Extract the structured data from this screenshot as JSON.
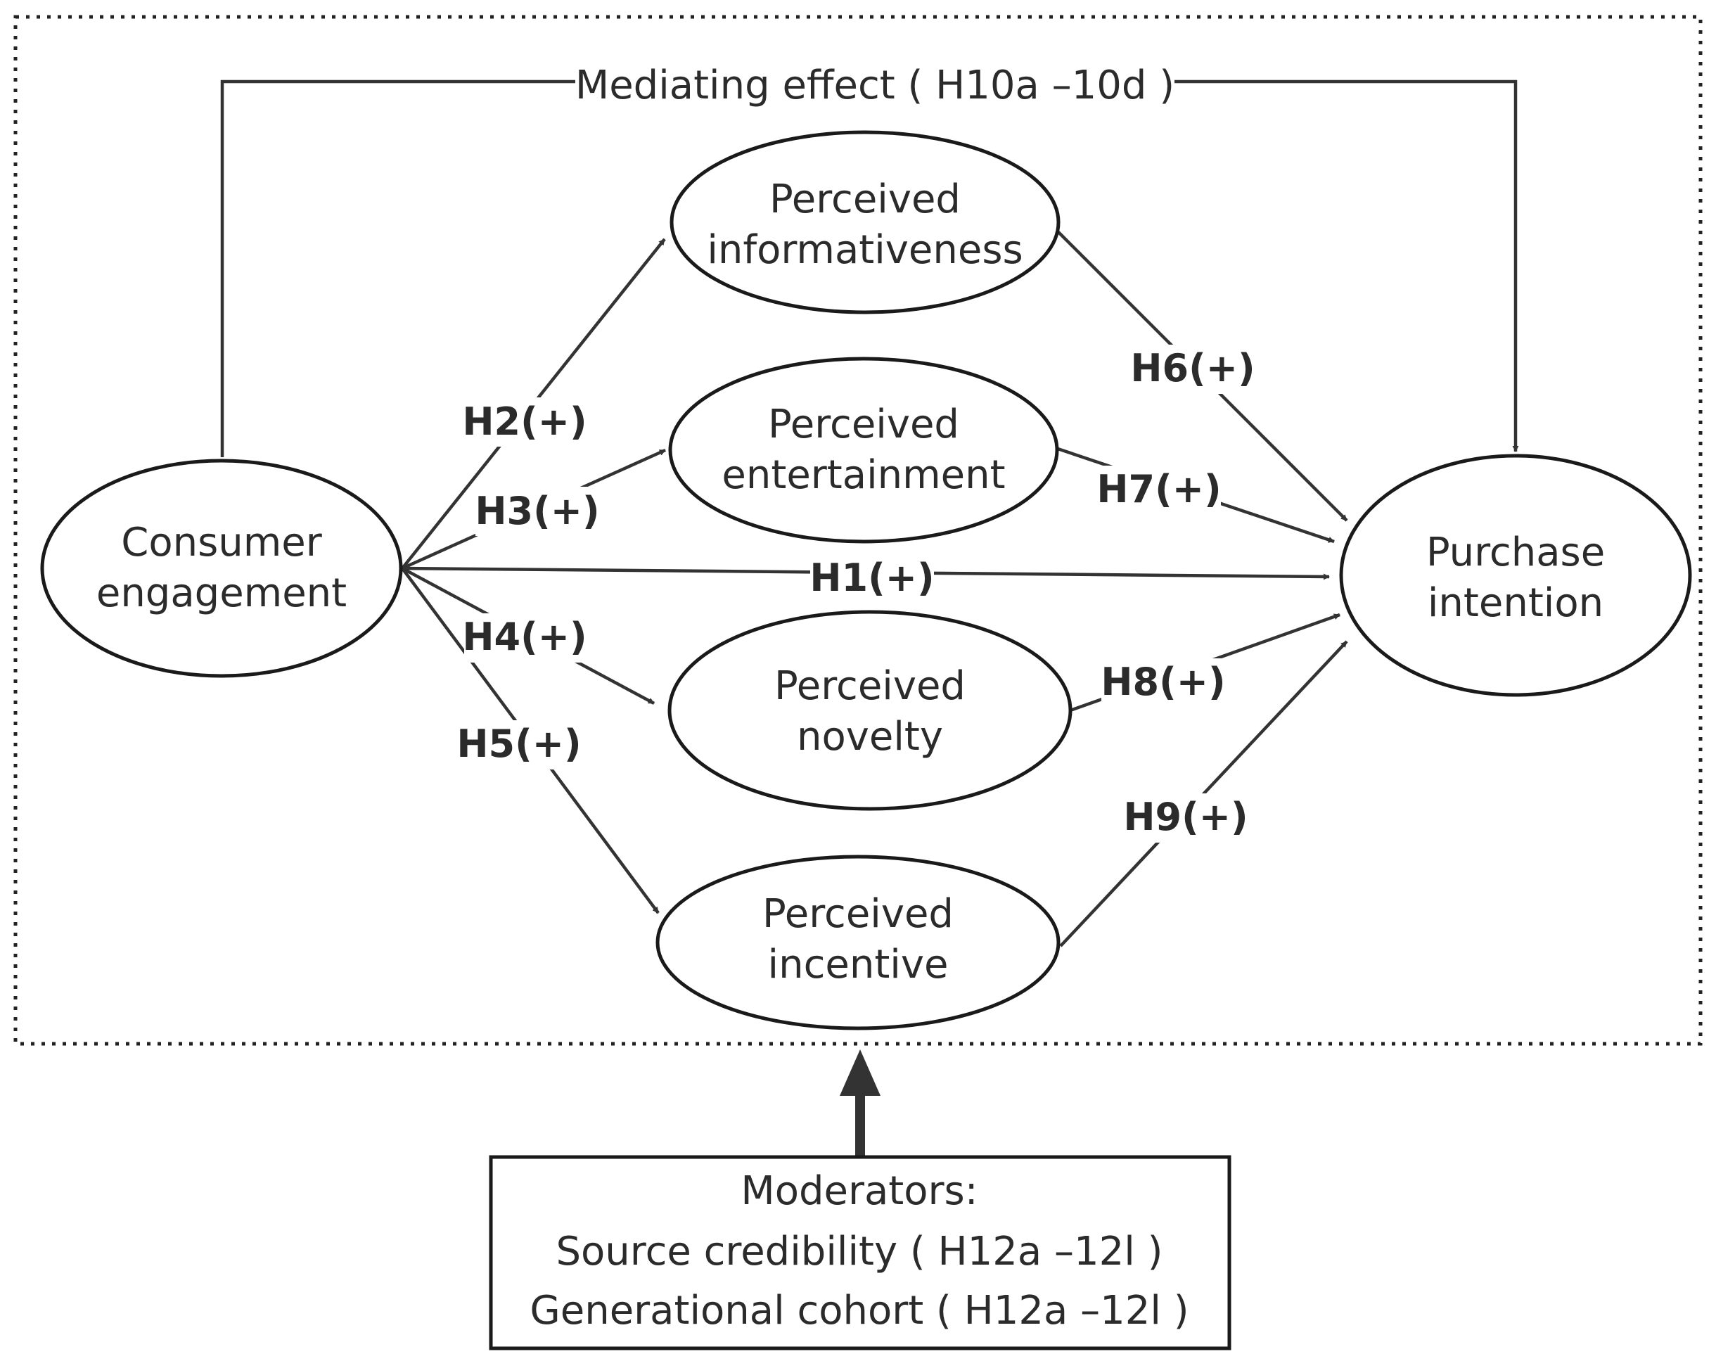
{
  "nodes": {
    "consumer_engagement": {
      "line1": "Consumer",
      "line2": "engagement"
    },
    "perceived_informativeness": {
      "line1": "Perceived",
      "line2": "informativeness"
    },
    "perceived_entertainment": {
      "line1": "Perceived",
      "line2": "entertainment"
    },
    "perceived_novelty": {
      "line1": "Perceived",
      "line2": "novelty"
    },
    "perceived_incentive": {
      "line1": "Perceived",
      "line2": "incentive"
    },
    "purchase_intention": {
      "line1": "Purchase",
      "line2": "intention"
    }
  },
  "edges": {
    "h1": "H1(+)",
    "h2": "H2(+)",
    "h3": "H3(+)",
    "h4": "H4(+)",
    "h5": "H5(+)",
    "h6": "H6(+)",
    "h7": "H7(+)",
    "h8": "H8(+)",
    "h9": "H9(+)"
  },
  "mediating_effect": "Mediating effect ( H10a –10d )",
  "moderators": {
    "title": "Moderators:",
    "line1": "Source credibility ( H12a –12l )",
    "line2": "Generational cohort ( H12a –12l )"
  },
  "colors": {
    "stroke": "#1a1a1a",
    "arrow": "#333333",
    "text": "#2b2b2b",
    "background": "#ffffff"
  }
}
